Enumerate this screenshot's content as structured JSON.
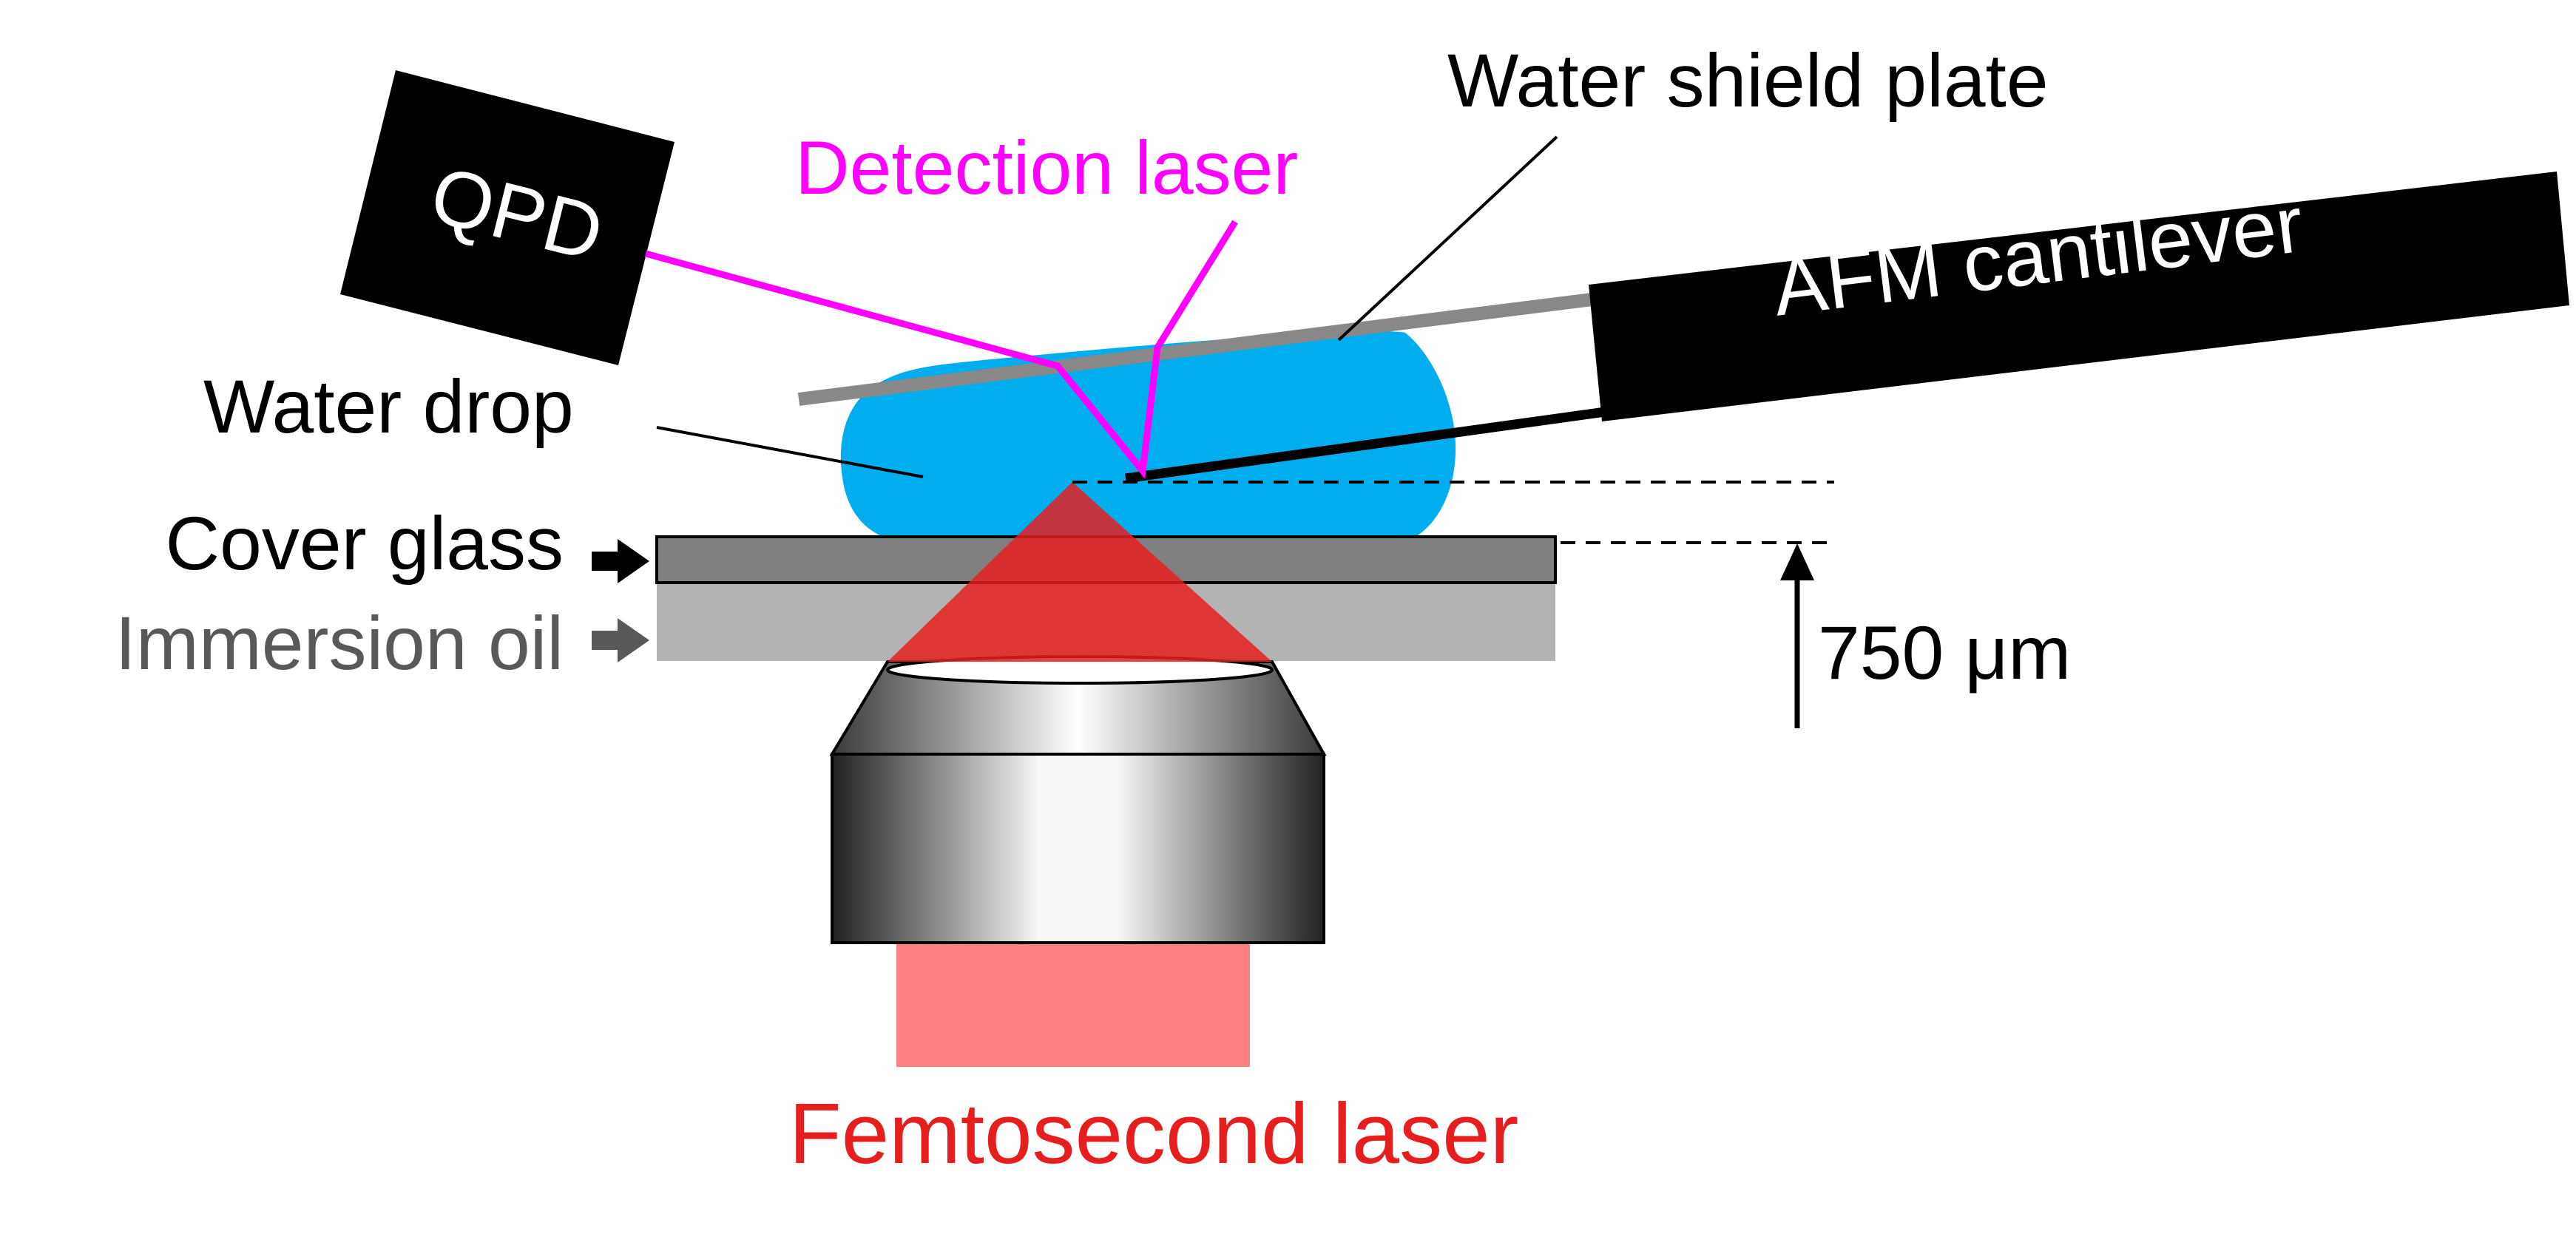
{
  "labels": {
    "qpd": "QPD",
    "detection_laser": "Detection laser",
    "water_shield_plate": "Water shield plate",
    "afm_cantilever": "AFM cantilever",
    "water_drop": "Water drop",
    "cover_glass": "Cover glass",
    "immersion_oil": "Immersion oil",
    "distance": "750 μm",
    "femtosecond_laser": "Femtosecond laser"
  },
  "colors": {
    "water": "#00aeef",
    "detection_laser": "#ff00ff",
    "femtosecond_laser": "#e61e1e",
    "femtosecond_beam_below": "#ff8080",
    "cover_glass": "#808080",
    "immersion_oil": "#b3b3b3",
    "shield_plate": "#888888",
    "immersion_oil_text": "#595959"
  },
  "icons": {
    "cover_glass_pointer": "arrow-right-icon",
    "immersion_oil_pointer": "arrow-right-icon",
    "distance_arrow": "arrow-up-icon"
  }
}
